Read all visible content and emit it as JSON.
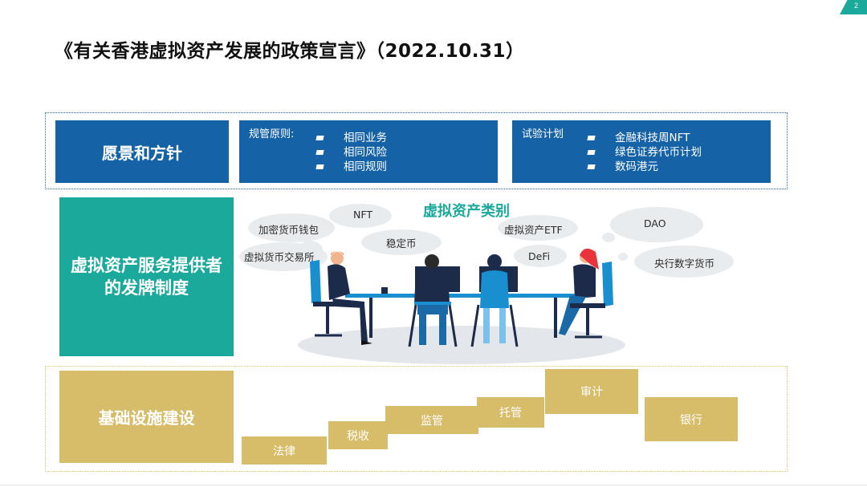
{
  "page": {
    "number": "2"
  },
  "title": "《有关香港虚拟资产发展的政策宣言》（2022.10.31）",
  "vision": {
    "label": "愿景和方针"
  },
  "principles": {
    "heading": "规管原则:",
    "items": [
      "相同业务",
      "相同风险",
      "相同规则"
    ]
  },
  "pilots": {
    "heading": "试验计划",
    "items": [
      "金融科技周NFT",
      "绿色证券代币计划",
      "数码港元"
    ]
  },
  "vasp": {
    "line1": "虚拟资产服务提供者",
    "line2": "的发牌制度"
  },
  "categories": {
    "title": "虚拟资产类别",
    "crypto_wallet": "加密货币钱包",
    "nft": "NFT",
    "stablecoin": "稳定币",
    "exchange": "虚拟货币交易所",
    "etf": "虚拟资产ETF",
    "defi": "DeFi",
    "dao": "DAO",
    "cbdc": "央行数字货币"
  },
  "infrastructure": {
    "label": "基础设施建设",
    "steps": [
      "法律",
      "税收",
      "监管",
      "托管",
      "审计",
      "银行"
    ]
  },
  "colors": {
    "blue": "#1563a6",
    "teal": "#1aa99a",
    "gold": "#d7bc6a"
  }
}
